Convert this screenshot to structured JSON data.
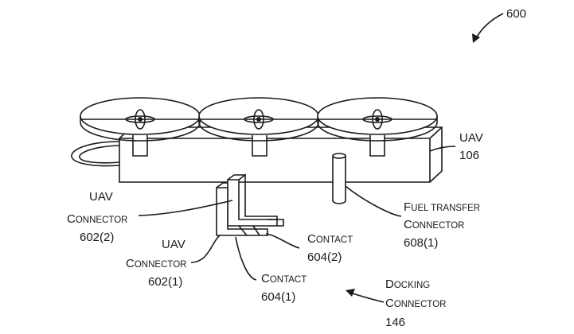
{
  "figure_ref": "600",
  "labels": {
    "uav": {
      "line1": "UAV",
      "line2": "106"
    },
    "uav_connector_2": {
      "line1": "UAV",
      "line2_first": "C",
      "line2_rest": "ONNECTOR",
      "line3": "602(2)"
    },
    "uav_connector_1": {
      "line1": "UAV",
      "line2_first": "C",
      "line2_rest": "ONNECTOR",
      "line3": "602(1)"
    },
    "contact_2": {
      "line1_first": "C",
      "line1_rest": "ONTACT",
      "line2": "604(2)"
    },
    "contact_1": {
      "line1_first": "C",
      "line1_rest": "ONTACT",
      "line2": "604(1)"
    },
    "fuel_transfer": {
      "line1_first": "F",
      "line1_rest": "UEL TRANSFER",
      "line2_first": "C",
      "line2_rest": "ONNECTOR",
      "line3": "608(1)"
    },
    "docking": {
      "line1_first": "D",
      "line1_rest": "OCKING",
      "line2_first": "C",
      "line2_rest": "ONNECTOR",
      "line3": "146"
    }
  }
}
